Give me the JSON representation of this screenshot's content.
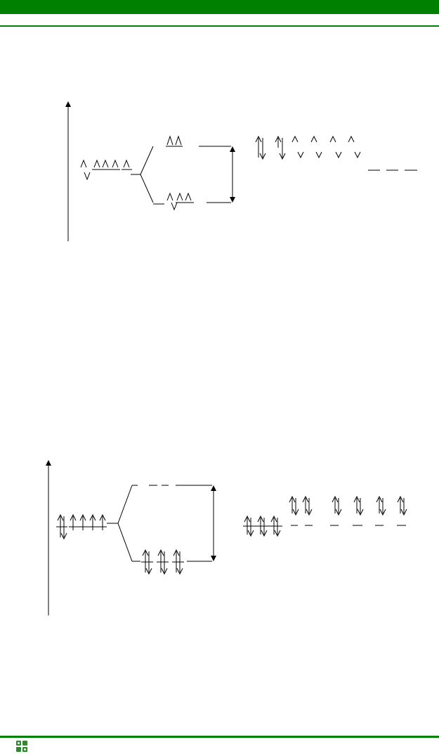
{
  "colors": {
    "header_band": "#008000",
    "rule": "#008000",
    "ink": "#000000",
    "logo": "#2e8b2e"
  },
  "footer": {
    "logo_icon": "green-puzzle-logo-icon"
  },
  "diagrams": [
    {
      "name": "crystal-field-splitting-upper",
      "free_ion_d_orbitals": [
        "up-down",
        "up",
        "up",
        "up",
        "up"
      ],
      "eg_set": [
        "up",
        "up"
      ],
      "t2g_set": [
        "up-down",
        "up",
        "up"
      ],
      "config_groups": [
        [
          "up-down"
        ],
        [
          "up-down"
        ],
        [
          "up-down"
        ],
        [
          "up-down"
        ],
        [
          "up-down"
        ],
        [
          "up-down"
        ],
        [
          "empty",
          "empty",
          "empty"
        ]
      ]
    },
    {
      "name": "crystal-field-splitting-lower",
      "free_ion_d_orbitals": [
        "up-down",
        "up",
        "up",
        "up",
        "up"
      ],
      "eg_set": [
        "empty",
        "empty"
      ],
      "t2g_set": [
        "up-down",
        "up-down",
        "up-down"
      ],
      "config_groups": [
        [
          "up-down",
          "up-down",
          "up-down"
        ],
        [
          "up-down",
          "up-down"
        ],
        [
          "up-down"
        ],
        [
          "up-down"
        ],
        [
          "up-down"
        ],
        [
          "up-down"
        ]
      ]
    }
  ]
}
